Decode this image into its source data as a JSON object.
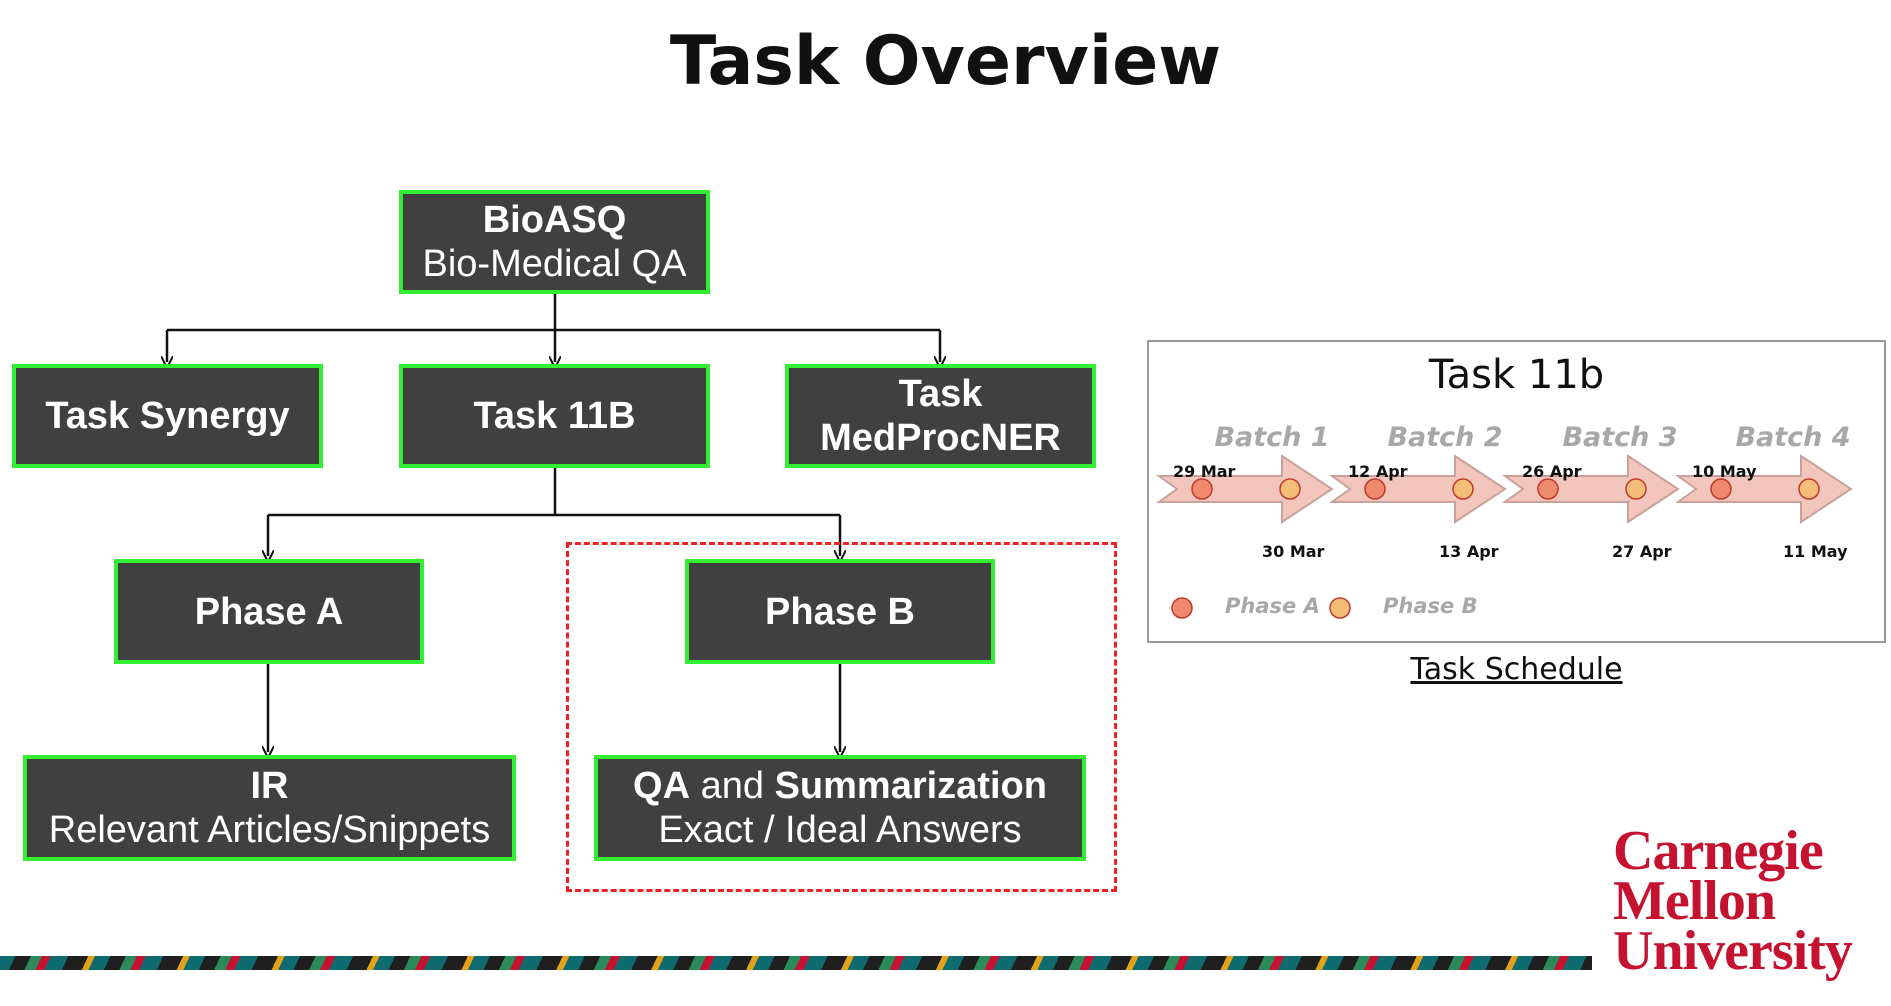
{
  "title": "Task Overview",
  "nodes": {
    "bioasq": {
      "line1": "BioASQ",
      "line2": "Bio-Medical QA"
    },
    "synergy": {
      "line1": "Task Synergy"
    },
    "task11b": {
      "line1": "Task 11B"
    },
    "medprocner": {
      "line1": "Task",
      "line2": "MedProcNER"
    },
    "phase_a": {
      "line1": "Phase A"
    },
    "phase_b": {
      "line1": "Phase B"
    },
    "ir": {
      "line1": "IR",
      "line2": "Relevant Articles/Snippets"
    },
    "qa": {
      "line1_bold1": "QA",
      "line1_mid": " and ",
      "line1_bold2": "Summarization",
      "line2": "Exact / Ideal Answers"
    }
  },
  "schedule": {
    "title": "Task 11b",
    "batches": [
      {
        "label": "Batch 1",
        "phase_a_date": "29 Mar",
        "phase_b_date": "30 Mar"
      },
      {
        "label": "Batch 2",
        "phase_a_date": "12 Apr",
        "phase_b_date": "13 Apr"
      },
      {
        "label": "Batch 3",
        "phase_a_date": "26 Apr",
        "phase_b_date": "27 Apr"
      },
      {
        "label": "Batch 4",
        "phase_a_date": "10 May",
        "phase_b_date": "11 May"
      }
    ],
    "legend": {
      "phase_a": "Phase A",
      "phase_b": "Phase B"
    },
    "caption": "Task Schedule",
    "colors": {
      "arrow_fill": "#f2c6bd",
      "arrow_stroke": "#c8a29a",
      "phase_a_dot": "#f08a6e",
      "phase_b_dot": "#f5be78"
    }
  },
  "logo": {
    "line1": "Carnegie",
    "line2": "Mellon",
    "line3": "University",
    "color": "#c41230"
  },
  "colors": {
    "node_fill": "#404040",
    "node_border": "#33ee33",
    "highlight_border": "#ee2222"
  }
}
